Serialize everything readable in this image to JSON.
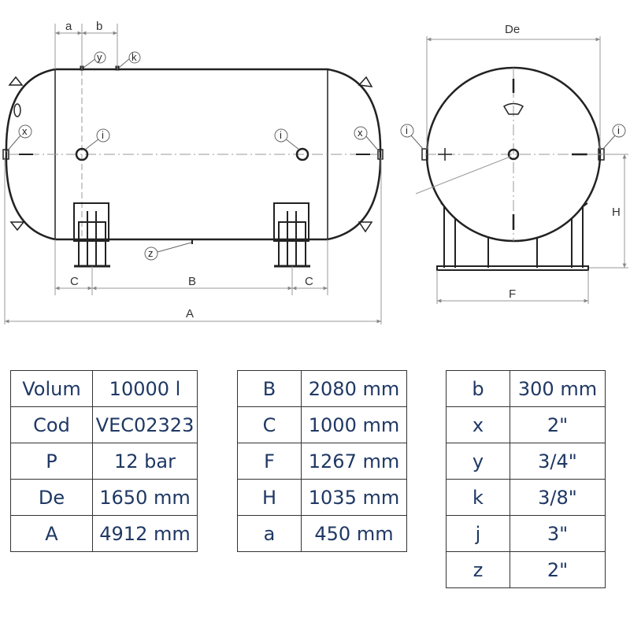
{
  "drawing": {
    "side_view": {
      "dimension_labels": {
        "a": "a",
        "b": "b",
        "A": "A",
        "B": "B",
        "C_left": "C",
        "C_right": "C"
      },
      "callouts": {
        "y": "y",
        "k": "k",
        "x_left": "x",
        "x_right": "x",
        "j_left": "i",
        "j_right": "i",
        "z": "z"
      }
    },
    "end_view": {
      "dimension_labels": {
        "De": "De",
        "H": "H",
        "F": "F"
      },
      "callouts": {
        "j_left": "i",
        "j_right": "i"
      }
    }
  },
  "tables": {
    "general": [
      {
        "key": "Volum",
        "value": "10000 l"
      },
      {
        "key": "Cod",
        "value": "VEC02323"
      },
      {
        "key": "P",
        "value": "12 bar"
      },
      {
        "key": "De",
        "value": "1650 mm"
      },
      {
        "key": "A",
        "value": "4912 mm"
      }
    ],
    "dimensions": [
      {
        "key": "B",
        "value": "2080 mm"
      },
      {
        "key": "C",
        "value": "1000 mm"
      },
      {
        "key": "F",
        "value": "1267 mm"
      },
      {
        "key": "H",
        "value": "1035 mm"
      },
      {
        "key": "a",
        "value": "450 mm"
      }
    ],
    "connections": [
      {
        "key": "b",
        "value": "300 mm"
      },
      {
        "key": "x",
        "value": "2\""
      },
      {
        "key": "y",
        "value": "3/4\""
      },
      {
        "key": "k",
        "value": "3/8\""
      },
      {
        "key": "j",
        "value": "3\""
      },
      {
        "key": "z",
        "value": "2\""
      }
    ]
  }
}
